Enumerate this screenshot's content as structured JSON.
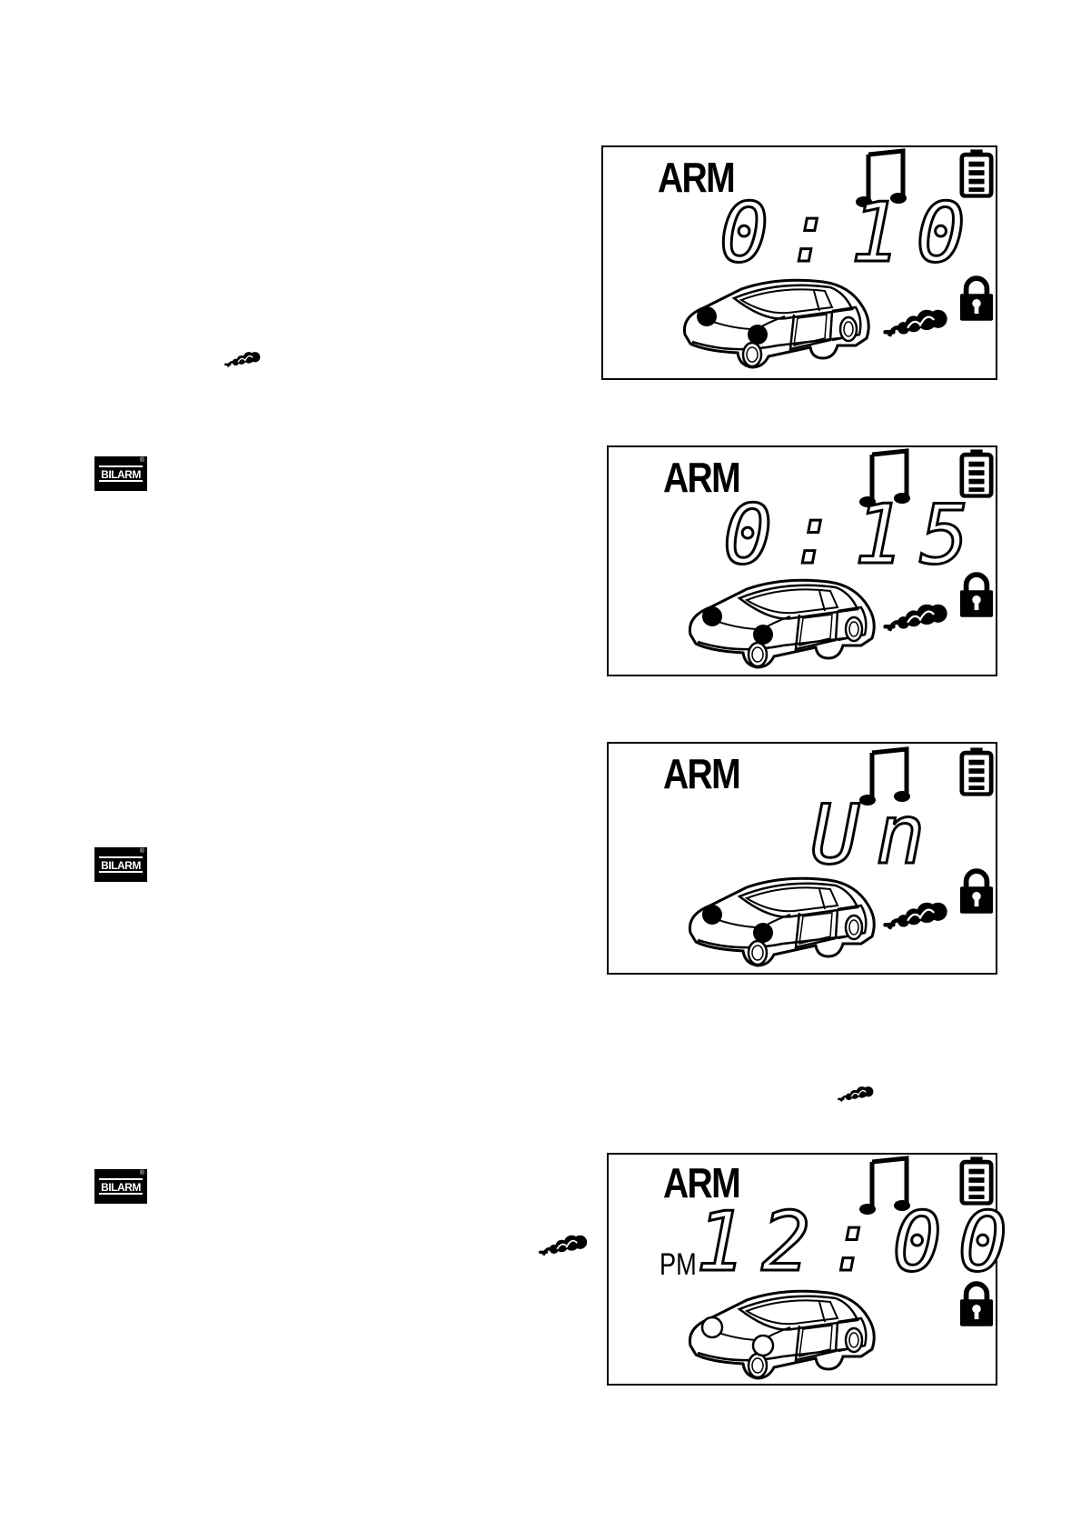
{
  "logo": {
    "text": "BILARM",
    "registered": "®"
  },
  "panels": [
    {
      "status": "ARM",
      "readout": "0:10",
      "prefix": "",
      "signal": true,
      "headlights": "filled"
    },
    {
      "status": "ARM",
      "readout": "0:15",
      "prefix": "",
      "signal": true,
      "headlights": "filled"
    },
    {
      "status": "ARM",
      "readout": "Un",
      "prefix": "",
      "signal": true,
      "headlights": "filled"
    },
    {
      "status": "ARM",
      "readout": "12:00",
      "prefix": "PM",
      "signal": false,
      "headlights": "outline"
    }
  ],
  "icons": {
    "note": "music-note-icon",
    "battery": "battery-icon",
    "lock": "lock-icon",
    "car": "car-icon",
    "signal": "signal-waves-icon"
  }
}
